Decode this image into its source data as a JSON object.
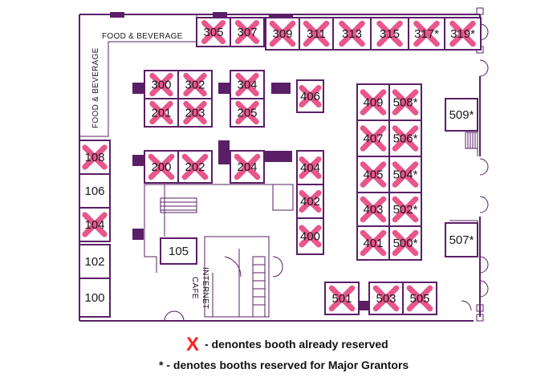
{
  "colors": {
    "wall": "#5a1f66",
    "booth_fill": "#ffffff",
    "reserved_x": "#e8568c",
    "legend_x": "#ff2020",
    "text": "#1a1a1a"
  },
  "area_labels": {
    "food_top": "FOOD & BEVERAGE",
    "food_side": "FOOD & BEVERAGE",
    "internet_1": "INTERNET",
    "internet_2": "CAFE"
  },
  "booths": [
    {
      "label": "305",
      "reserved": true
    },
    {
      "label": "307",
      "reserved": true
    },
    {
      "label": "309",
      "reserved": true
    },
    {
      "label": "311",
      "reserved": true
    },
    {
      "label": "313",
      "reserved": true
    },
    {
      "label": "315",
      "reserved": true
    },
    {
      "label": "317*",
      "reserved": true
    },
    {
      "label": "319*",
      "reserved": true
    },
    {
      "label": "300",
      "reserved": true
    },
    {
      "label": "302",
      "reserved": true
    },
    {
      "label": "304",
      "reserved": true
    },
    {
      "label": "201",
      "reserved": true
    },
    {
      "label": "203",
      "reserved": true
    },
    {
      "label": "205",
      "reserved": true
    },
    {
      "label": "406",
      "reserved": true
    },
    {
      "label": "200",
      "reserved": true
    },
    {
      "label": "202",
      "reserved": true
    },
    {
      "label": "204",
      "reserved": true
    },
    {
      "label": "404",
      "reserved": true
    },
    {
      "label": "402",
      "reserved": true
    },
    {
      "label": "400",
      "reserved": true
    },
    {
      "label": "409",
      "reserved": true
    },
    {
      "label": "508*",
      "reserved": true
    },
    {
      "label": "407",
      "reserved": true
    },
    {
      "label": "506*",
      "reserved": true
    },
    {
      "label": "405",
      "reserved": true
    },
    {
      "label": "504*",
      "reserved": true
    },
    {
      "label": "403",
      "reserved": true
    },
    {
      "label": "502*",
      "reserved": true
    },
    {
      "label": "401",
      "reserved": true
    },
    {
      "label": "500*",
      "reserved": true
    },
    {
      "label": "509*",
      "reserved": false
    },
    {
      "label": "507*",
      "reserved": false
    },
    {
      "label": "108",
      "reserved": true
    },
    {
      "label": "106",
      "reserved": false
    },
    {
      "label": "104",
      "reserved": true
    },
    {
      "label": "102",
      "reserved": false
    },
    {
      "label": "100",
      "reserved": false
    },
    {
      "label": "105",
      "reserved": false
    },
    {
      "label": "501",
      "reserved": true
    },
    {
      "label": "503",
      "reserved": true
    },
    {
      "label": "505",
      "reserved": true
    }
  ],
  "legend": {
    "x_symbol": "X",
    "x_text": "- denontes booth already reserved",
    "star_text": "* - denotes booths reserved for Major Grantors"
  }
}
